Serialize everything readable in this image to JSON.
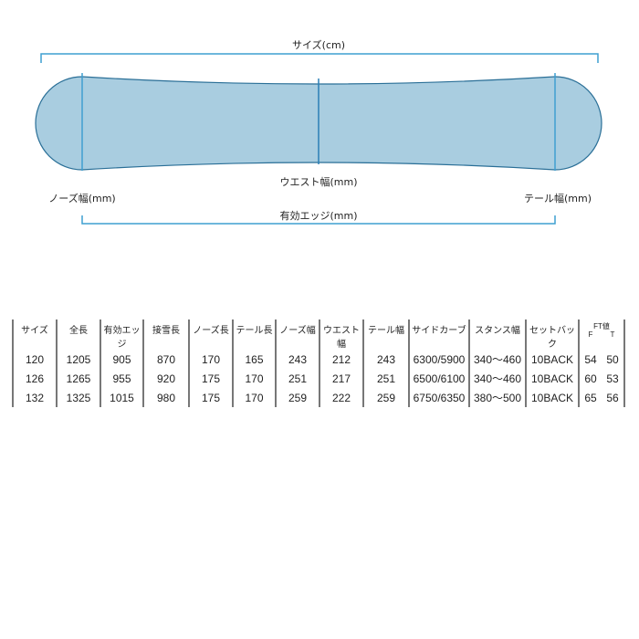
{
  "diagram": {
    "size_label": "サイズ(cm)",
    "waist_label": "ウエスト幅(mm)",
    "nose_label": "ノーズ幅(mm)",
    "tail_label": "テール幅(mm)",
    "edge_label": "有効エッジ(mm)",
    "colors": {
      "board_fill": "#a9cde0",
      "board_outline": "#2a6f97",
      "dimension_line": "#3f9fd0"
    }
  },
  "table": {
    "headers": [
      "サイズ",
      "全長",
      "有効エッジ",
      "接雪長",
      "ノーズ長",
      "テール長",
      "ノーズ幅",
      "ウエスト幅",
      "テール幅",
      "サイドカーブ",
      "スタンス幅",
      "セットバック"
    ],
    "ft_header": {
      "title": "FT値",
      "f": "F",
      "t": "T"
    },
    "rows": [
      {
        "cells": [
          "120",
          "1205",
          "905",
          "870",
          "170",
          "165",
          "243",
          "212",
          "243",
          "6300/5900",
          "340～460",
          "10BACK"
        ],
        "f": "54",
        "t": "50"
      },
      {
        "cells": [
          "126",
          "1265",
          "955",
          "920",
          "175",
          "170",
          "251",
          "217",
          "251",
          "6500/6100",
          "340～460",
          "10BACK"
        ],
        "f": "60",
        "t": "53"
      },
      {
        "cells": [
          "132",
          "1325",
          "1015",
          "980",
          "175",
          "170",
          "259",
          "222",
          "259",
          "6750/6350",
          "380～500",
          "10BACK"
        ],
        "f": "65",
        "t": "56"
      }
    ]
  }
}
